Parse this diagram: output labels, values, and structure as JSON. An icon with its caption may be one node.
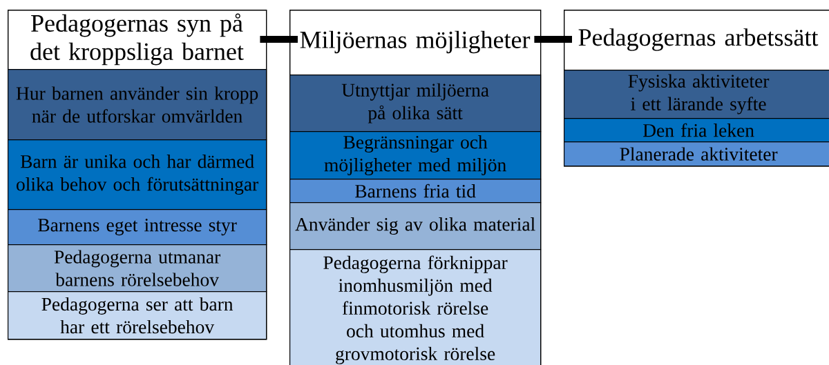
{
  "diagram": {
    "nodes": [
      {
        "text": [
          "Pedagogernas syn på det kroppsliga barnet"
        ]
      },
      {
        "text": [
          "Hur barnen använder sin kropp när de utforskar omvärlden"
        ],
        "in": 0
      },
      {
        "text": [
          "Barn är unika och har därmed olika behov och förutsättningar"
        ],
        "in": 0
      },
      {
        "text": [
          "Barnens eget intresse styr"
        ],
        "in": 0
      },
      {
        "text": [
          "Pedagogerna utmanar barnens rörelsebehov"
        ],
        "in": 0
      },
      {
        "text": [
          "Pedagogerna ser att barn har ett rörelsebehov"
        ],
        "in": 0
      },
      {
        "text": [
          "Miljöernas möjligheter"
        ]
      },
      {
        "text": [
          "Utnyttjar miljöerna på olika sätt"
        ],
        "in": 6
      },
      {
        "text": [
          "Begränsningar och möjligheter med miljön"
        ],
        "in": 6
      },
      {
        "text": [
          "Barnens fria tid"
        ],
        "in": 6
      },
      {
        "text": [
          "Använder sig av olika material"
        ],
        "in": 6
      },
      {
        "text": [
          "Pedagogerna förknippar inomhusmiljön med finmotorisk rörelse och utomhus med grovmotorisk rörelse"
        ],
        "in": 6
      },
      {
        "text": [
          "Pedagogernas arbetssätt"
        ]
      },
      {
        "text": [
          "Fysiska aktiviteter i ett lärande syfte"
        ],
        "in": 12
      },
      {
        "text": [
          "Den fria leken"
        ],
        "in": 12
      },
      {
        "text": [
          "Planerade aktiviteter"
        ],
        "in": 12
      }
    ],
    "edges": [
      {
        "from": 0,
        "to": 6,
        "arrow": "none"
      },
      {
        "from": 6,
        "to": 12,
        "arrow": "none"
      }
    ]
  }
}
